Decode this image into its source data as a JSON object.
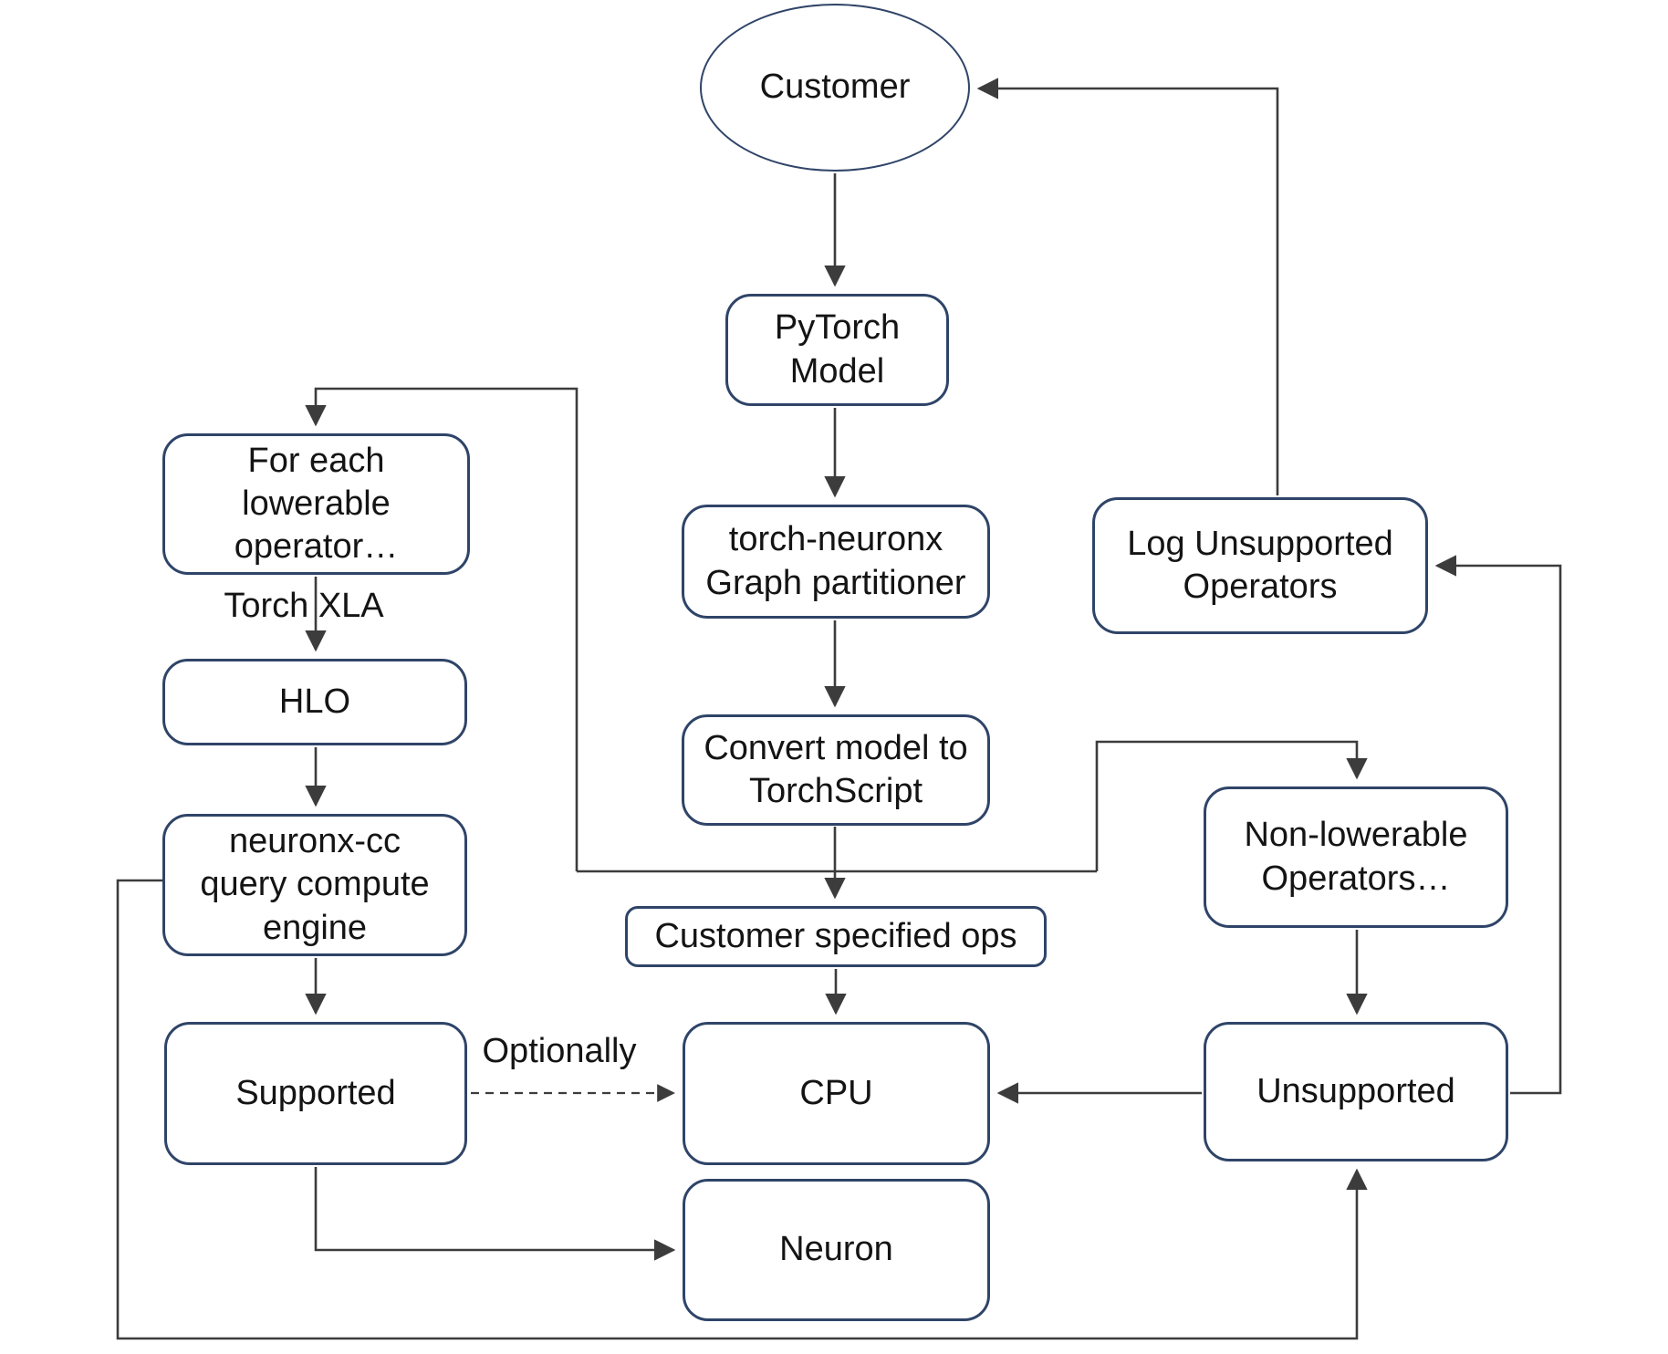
{
  "diagram": {
    "type": "flowchart",
    "nodes": {
      "customer": "Customer",
      "pytorch_model": "PyTorch\nModel",
      "graph_partitioner": "torch-neuronx\nGraph partitioner",
      "convert_torchscript": "Convert model to\nTorchScript",
      "customer_specified_ops": "Customer specified ops",
      "cpu": "CPU",
      "neuron": "Neuron",
      "for_each_lowerable": "For each\nlowerable\noperator…",
      "hlo": "HLO",
      "neuronx_cc": "neuronx-cc\nquery compute\nengine",
      "supported": "Supported",
      "non_lowerable": "Non-lowerable\nOperators…",
      "unsupported": "Unsupported",
      "log_unsupported": "Log Unsupported\nOperators"
    },
    "edge_labels": {
      "torch_xla": "Torch XLA",
      "optionally": "Optionally"
    },
    "colors": {
      "node_border": "#2f4468",
      "connector": "#3c3c3c",
      "text": "#141414",
      "background": "#ffffff"
    }
  }
}
